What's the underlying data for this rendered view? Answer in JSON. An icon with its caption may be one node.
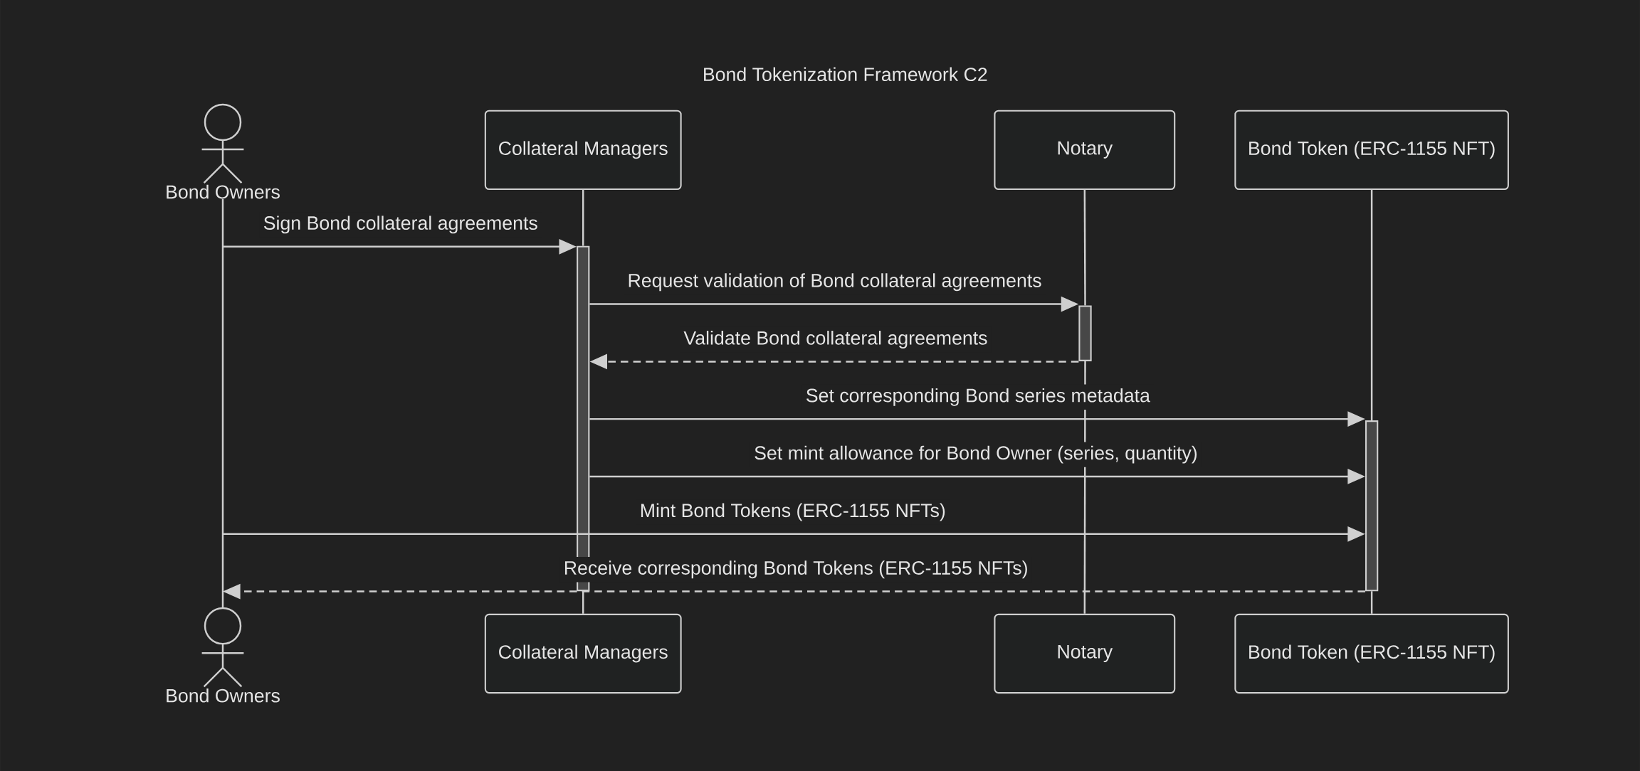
{
  "diagram": {
    "title": "Bond Tokenization Framework C2",
    "nodes": [
      {
        "text": [
          "Bond Owners"
        ]
      },
      {
        "text": [
          "Collateral Managers"
        ]
      },
      {
        "text": [
          "Notary"
        ]
      },
      {
        "text": [
          "Bond Token (ERC-1155 NFT)"
        ]
      },
      {
        "text": [
          "Bond Owners"
        ]
      },
      {
        "text": [
          "Collateral Managers"
        ]
      },
      {
        "text": [
          "Notary"
        ]
      },
      {
        "text": [
          "Bond Token (ERC-1155 NFT)"
        ]
      },
      {
        "text": [],
        "shape": "bar"
      },
      {
        "text": [],
        "shape": "bar"
      },
      {
        "text": [],
        "shape": "bar"
      }
    ],
    "edges": [
      {
        "from": 0,
        "to": 4,
        "arrow": "none"
      },
      {
        "from": 1,
        "to": 8,
        "arrow": "none"
      },
      {
        "from": 2,
        "to": 9,
        "arrow": "none"
      },
      {
        "from": 3,
        "to": 10,
        "arrow": "none"
      },
      {
        "from": null,
        "to": 8,
        "arrow": "to",
        "label": "Sign Bond collateral agreements"
      },
      {
        "from": 8,
        "to": 9,
        "arrow": "to",
        "label": "Request validation of Bond collateral agreements"
      },
      {
        "from": 9,
        "to": 8,
        "arrow": "to",
        "label": "Validate Bond collateral agreements",
        "style": "dashed"
      },
      {
        "from": 8,
        "to": 10,
        "arrow": "to",
        "label": "Set corresponding Bond series metadata"
      },
      {
        "from": 8,
        "to": 10,
        "arrow": "to",
        "label": "Set mint allowance for Bond Owner (series, quantity)"
      },
      {
        "from": null,
        "to": 10,
        "arrow": "to",
        "label": "Mint Bond Tokens (ERC-1155 NFTs)"
      },
      {
        "from": 10,
        "to": 4,
        "arrow": "to",
        "label": "Receive corresponding Bond Tokens (ERC-1155 NFTs)",
        "style": "dashed"
      },
      {
        "from": 8,
        "to": 5,
        "arrow": "none"
      },
      {
        "from": 9,
        "to": 6,
        "arrow": "none"
      },
      {
        "from": 10,
        "to": 7,
        "arrow": "none"
      }
    ]
  }
}
